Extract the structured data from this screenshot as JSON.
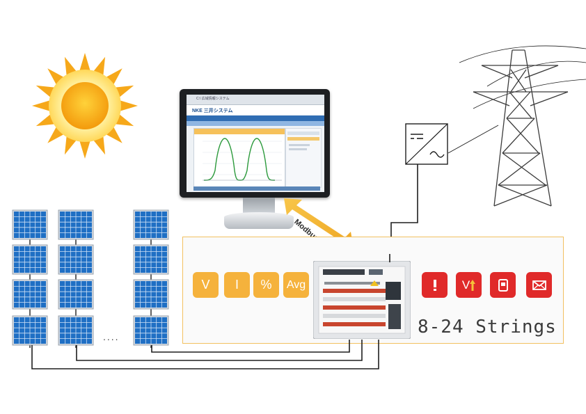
{
  "monitor": {
    "browser_title": "C:\\ 広域情報システム",
    "brand_logo": "NKE 三井システム"
  },
  "link": {
    "protocol_label": "Modbus RTU"
  },
  "panel": {
    "measure_tiles": [
      {
        "label": "V"
      },
      {
        "label": "I"
      },
      {
        "label": "%"
      },
      {
        "label": "Avg"
      }
    ],
    "alert_tiles": [
      {
        "icon": "alarm-exclamation-icon"
      },
      {
        "icon": "voltage-up-icon",
        "label": "V"
      },
      {
        "icon": "mobile-phone-icon"
      },
      {
        "icon": "email-envelope-icon"
      }
    ],
    "strings_label": "8-24 Strings"
  },
  "solar": {
    "ellipsis": "...."
  },
  "colors": {
    "measure_tile": "#f5b23c",
    "alert_tile": "#e02a2a",
    "panel_border": "#f2c060",
    "arrow_fill": "#f2b233",
    "solar_cell": "#1f6fc4"
  }
}
